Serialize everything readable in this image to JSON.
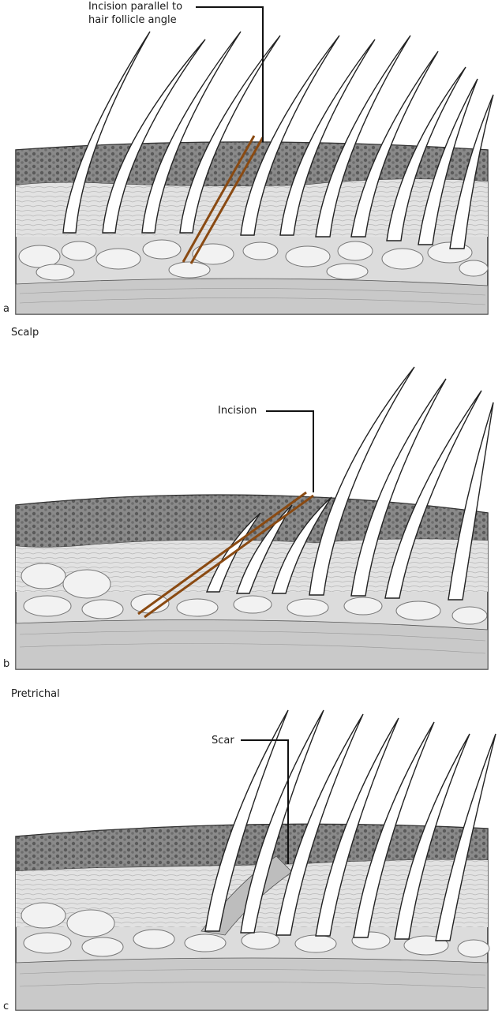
{
  "panels": [
    {
      "letter": "a",
      "annotation_line1": "Incision parallel to",
      "annotation_line2": "hair follicle angle",
      "caption": "Scalp"
    },
    {
      "letter": "b",
      "annotation": "Incision",
      "caption": "Pretrichal"
    },
    {
      "letter": "c",
      "annotation": "Scar"
    }
  ],
  "colors": {
    "incision": "#8a4a12",
    "skin_shade": "#6a6a6a",
    "ink": "#222222"
  }
}
